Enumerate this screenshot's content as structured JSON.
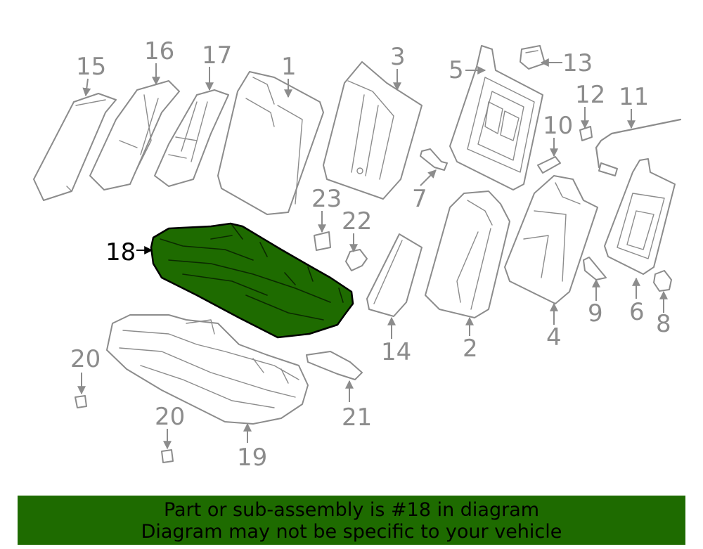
{
  "diagram": {
    "highlighted_part": "18",
    "highlight_color": "#1e6b00",
    "line_color": "#8c8c8c",
    "labels": {
      "p1": "1",
      "p2": "2",
      "p3": "3",
      "p4": "4",
      "p5": "5",
      "p6": "6",
      "p7": "7",
      "p8": "8",
      "p9": "9",
      "p10": "10",
      "p11": "11",
      "p12": "12",
      "p13": "13",
      "p14": "14",
      "p15": "15",
      "p16": "16",
      "p17": "17",
      "p18": "18",
      "p19": "19",
      "p20a": "20",
      "p20b": "20",
      "p21": "21",
      "p22": "22",
      "p23": "23"
    }
  },
  "banner": {
    "line1": "Part or sub-assembly is #18 in diagram",
    "line2": "Diagram may not be specific to your vehicle",
    "background": "#1e6b00"
  }
}
